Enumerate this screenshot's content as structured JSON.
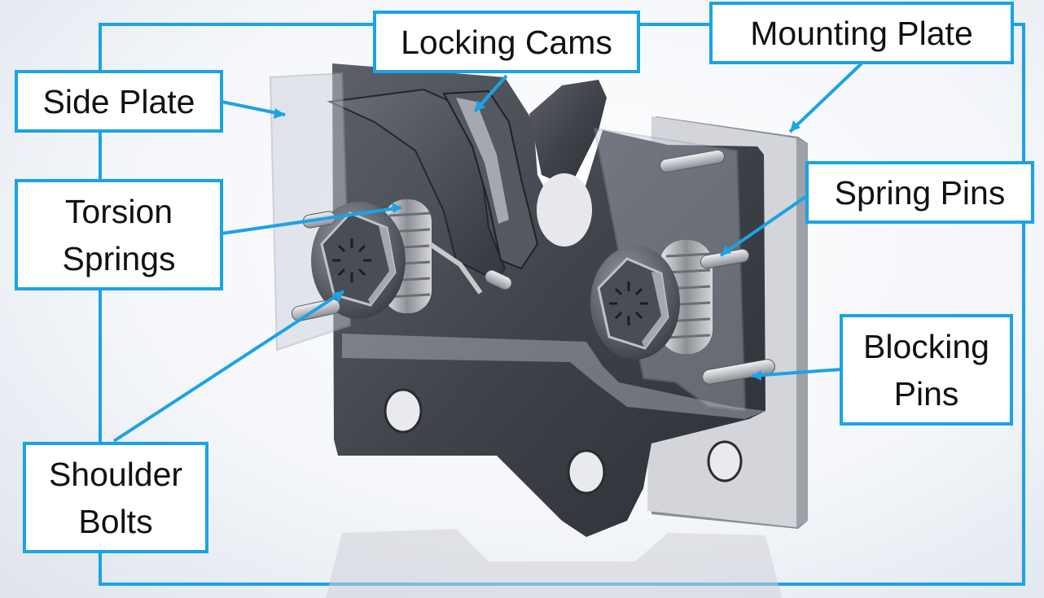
{
  "accent_color": "#1aa3e6",
  "labels": {
    "side_plate": "Side Plate",
    "locking_cams": "Locking Cams",
    "mounting_plate": "Mounting Plate",
    "torsion_springs": "Torsion\nSprings",
    "spring_pins": "Spring Pins",
    "blocking_pins": "Blocking\nPins",
    "shoulder_bolts": "Shoulder\nBolts"
  }
}
